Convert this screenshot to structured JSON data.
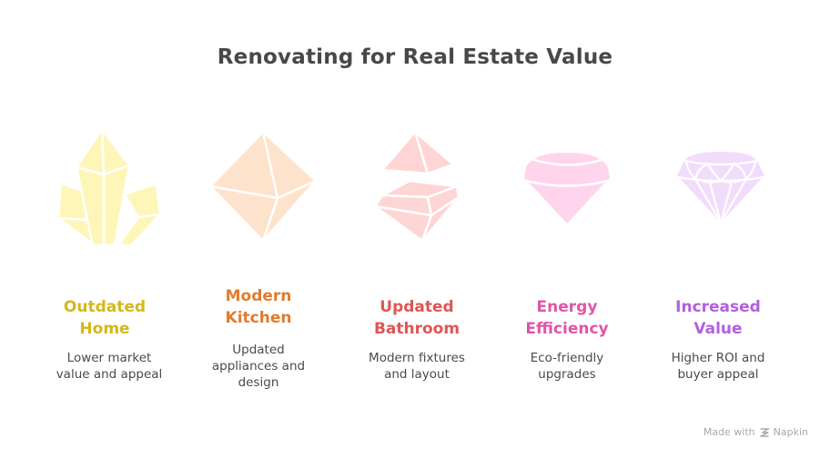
{
  "title": "Renovating for Real Estate Value",
  "stages": [
    {
      "label_line1": "Outdated",
      "label_line2": "Home",
      "desc_line1": "Lower market",
      "desc_line2": "value and appeal",
      "desc_line3": "",
      "color": "#d4b81a",
      "icon": "crystal-cluster-icon",
      "icon_color": "#fef6b8"
    },
    {
      "label_line1": "Modern",
      "label_line2": "Kitchen",
      "desc_line1": "Updated",
      "desc_line2": "appliances and",
      "desc_line3": "design",
      "color": "#e07b2e",
      "icon": "octahedron-gem-icon",
      "icon_color": "#fee3cc"
    },
    {
      "label_line1": "Updated",
      "label_line2": "Bathroom",
      "desc_line1": "Modern fixtures",
      "desc_line2": "and layout",
      "desc_line3": "",
      "color": "#e05555",
      "icon": "split-gem-icon",
      "icon_color": "#fed5d5"
    },
    {
      "label_line1": "Energy",
      "label_line2": "Efficiency",
      "desc_line1": "Eco-friendly",
      "desc_line2": "upgrades",
      "desc_line3": "",
      "color": "#e055a8",
      "icon": "rounded-gem-icon",
      "icon_color": "#fed5ec"
    },
    {
      "label_line1": "Increased",
      "label_line2": "Value",
      "desc_line1": "Higher ROI and",
      "desc_line2": "buyer appeal",
      "desc_line3": "",
      "color": "#b45ee0",
      "icon": "faceted-diamond-icon",
      "icon_color": "#f2dcfc"
    }
  ],
  "footer": {
    "made_with": "Made with",
    "brand": "Napkin"
  }
}
